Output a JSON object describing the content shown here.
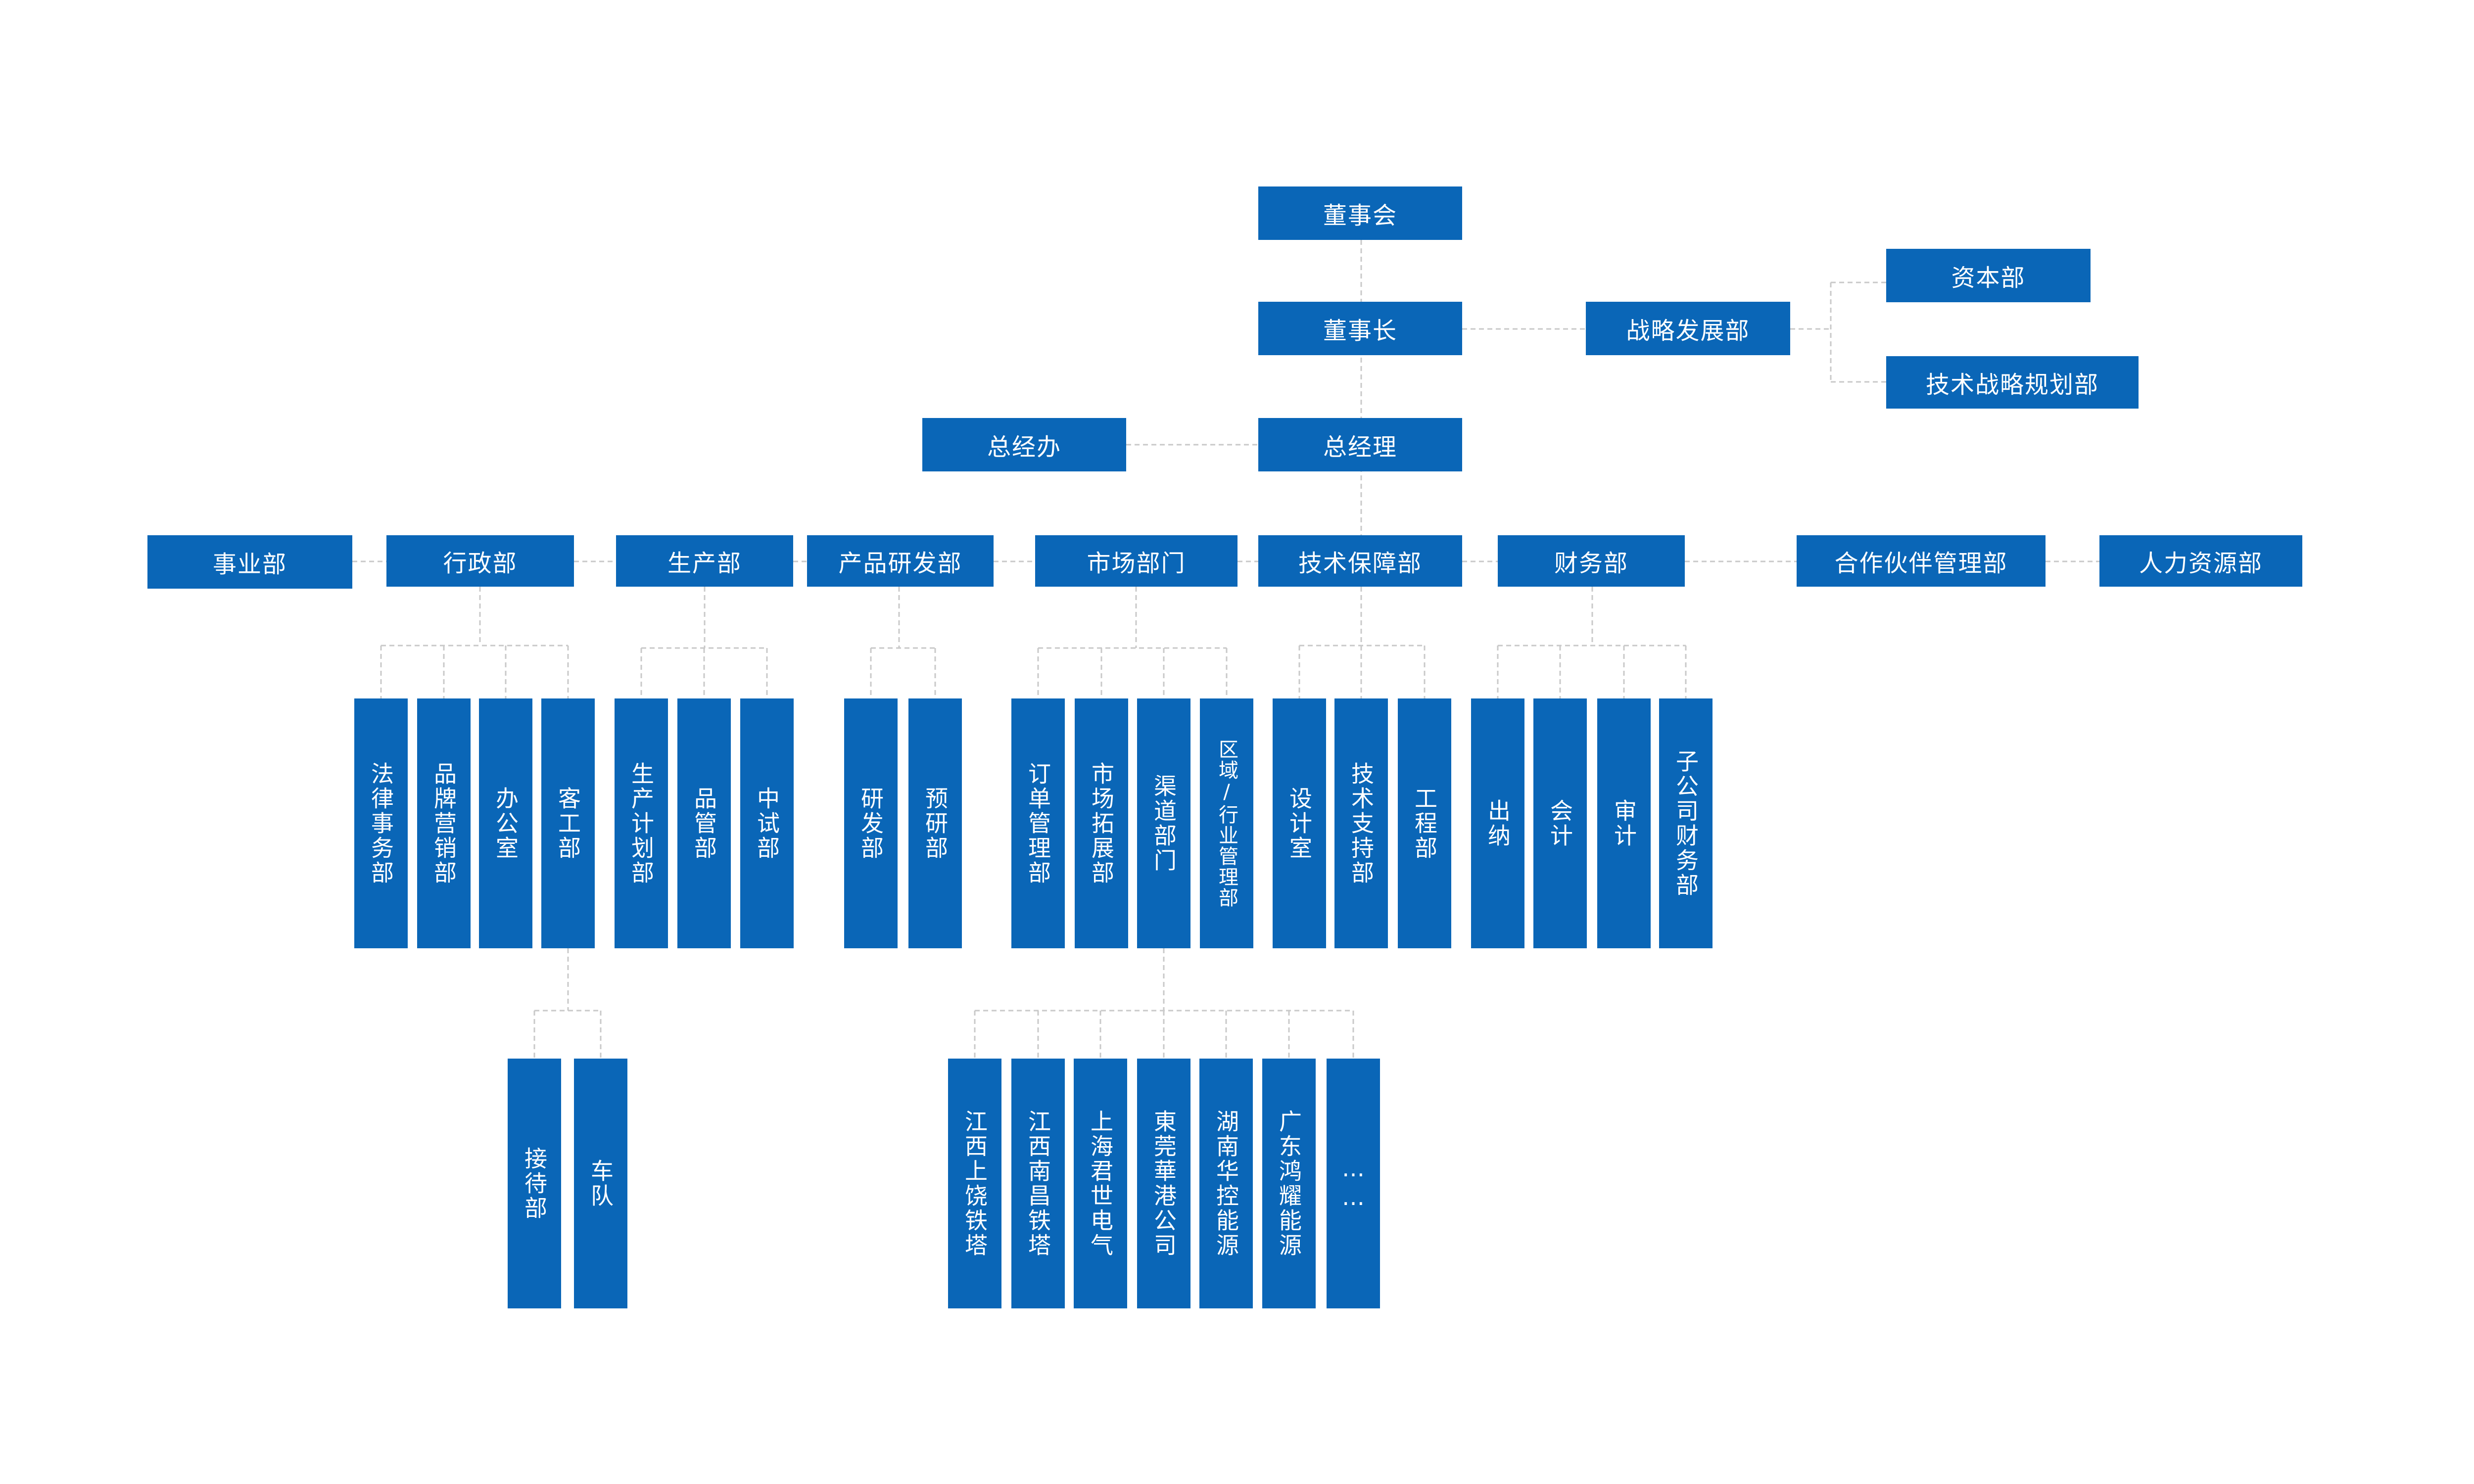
{
  "nodes": {
    "board": "董事会",
    "chairman": "董事长",
    "strategy": "战略发展部",
    "capital": "资本部",
    "tech_strategy": "技术战略规划部",
    "gm": "总经理",
    "gm_office": "总经办",
    "business_unit": "事业部",
    "admin": "行政部",
    "production": "生产部",
    "rnd": "产品研发部",
    "market": "市场部门",
    "tech_support_dept": "技术保障部",
    "finance": "财务部",
    "partner": "合作伙伴管理部",
    "hr": "人力资源部",
    "legal": "法律事务部",
    "brand": "品牌营销部",
    "office": "办公室",
    "customer": "客工部",
    "reception": "接待部",
    "fleet": "车队",
    "plan": "生产计划部",
    "quality": "品管部",
    "pilot": "中试部",
    "research": "研发部",
    "preresearch": "预研部",
    "order": "订单管理部",
    "expansion": "市场拓展部",
    "channel": "渠道部门",
    "region": "区域/行业管理部",
    "design": "设计室",
    "techsup": "技术支持部",
    "engineering": "工程部",
    "cashier": "出纳",
    "accounting": "会计",
    "audit": "审计",
    "sub_finance": "子公司财务部",
    "jx_sr": "江西上饶铁塔",
    "jx_nc": "江西南昌铁塔",
    "sh_jsd": "上海君世电气",
    "dg": "東莞華港公司",
    "hn": "湖南华控能源",
    "gd": "广东鸿耀能源",
    "more": "……"
  },
  "colors": {
    "box": "#0a66b7",
    "line": "#c9c9c9",
    "text": "#ffffff"
  }
}
